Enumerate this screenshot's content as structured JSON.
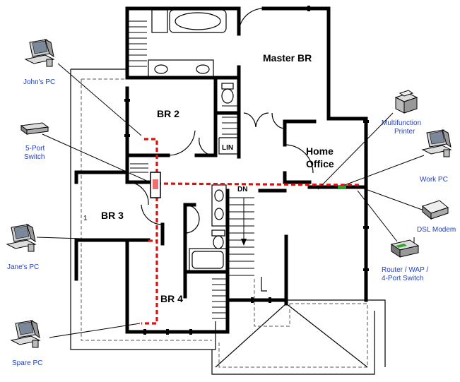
{
  "rooms": {
    "master_br": "Master BR",
    "br2": "BR 2",
    "br3": "BR 3",
    "br4": "BR 4",
    "home_office_line1": "Home",
    "home_office_line2": "Office",
    "lin": "LIN",
    "dn": "DN",
    "marker_1": "1"
  },
  "devices": {
    "johns_pc": "John's PC",
    "five_port_switch_line1": "5-Port",
    "five_port_switch_line2": "Switch",
    "janes_pc": "Jane's PC",
    "spare_pc": "Spare PC",
    "printer_line1": "Multifunction",
    "printer_line2": "Printer",
    "work_pc": "Work PC",
    "dsl_modem": "DSL Modem",
    "router_line1": "Router / WAP /",
    "router_line2": "4-Port Switch"
  },
  "colors": {
    "cable": "#e01010",
    "device_label": "#1f3fbf",
    "wall": "#000000"
  }
}
